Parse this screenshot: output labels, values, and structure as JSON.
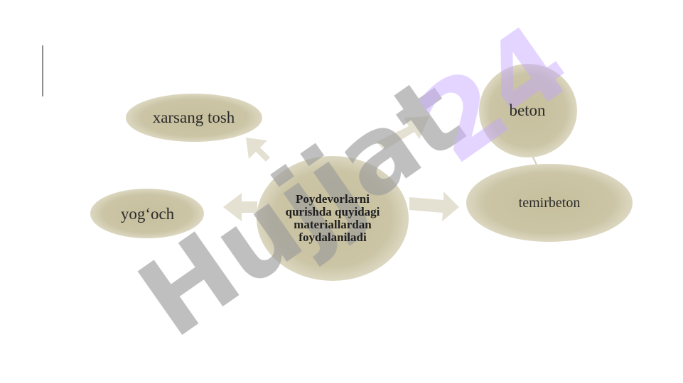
{
  "diagram": {
    "center": {
      "text": "Poydevorlarni qurishda quyidagi materiallardan foydalaniladi"
    },
    "nodes": {
      "xarsang": "xarsang tosh",
      "yogoch": "yog‘och",
      "beton": "beton",
      "temirbeton": "temirbeton"
    }
  },
  "watermark": {
    "part1": "Hujjat",
    "part2": "24"
  },
  "colors": {
    "node_fill": "#c9c2a2",
    "node_edge": "#d9d4bd",
    "arrow": "#e2dfcf",
    "watermark_gray": "#999999",
    "watermark_purple": "#c8a8ff"
  }
}
